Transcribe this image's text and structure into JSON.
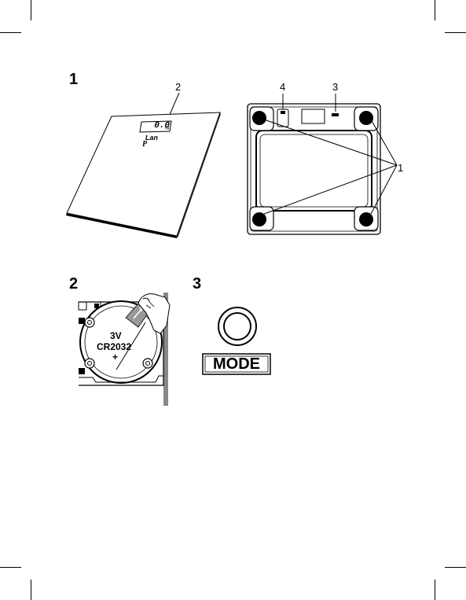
{
  "figures": {
    "fig1": {
      "number": "1",
      "callouts": {
        "display": "2",
        "battery_cover": "3",
        "unit_switch": "4",
        "sensor_feet": "1"
      },
      "display_reading": "0.0",
      "display_unit": "kg",
      "brand_text": "Lan",
      "brand_script": "P"
    },
    "fig2": {
      "number": "2",
      "battery_voltage": "3V",
      "battery_type": "CR2032",
      "battery_polarity": "+"
    },
    "fig3": {
      "number": "3",
      "button_label": "MODE"
    }
  }
}
